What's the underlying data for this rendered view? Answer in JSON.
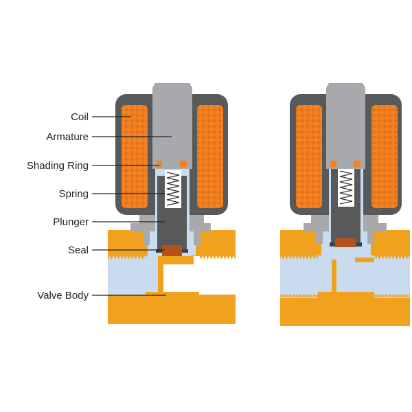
{
  "labels": {
    "coil": "Coil",
    "armature": "Armature",
    "shading_ring": "Shading Ring",
    "spring": "Spring",
    "plunger": "Plunger",
    "seal": "Seal",
    "valve_body": "Valve Body"
  },
  "colors": {
    "housing": "#58595b",
    "winding": "#f07a1c",
    "armature": "#a7a9ac",
    "body": "#f0a21e",
    "fluid": "#c9dcef",
    "seal": "#b5521c",
    "plunger": "#58595b"
  }
}
